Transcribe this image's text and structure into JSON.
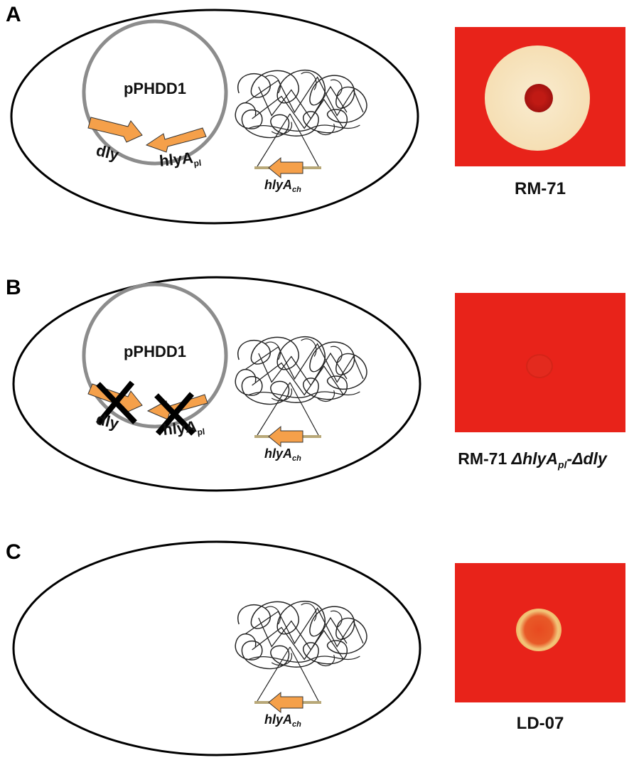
{
  "panels": [
    {
      "letter": "A",
      "plasmid_name": "pPHDD1",
      "gene_dly": "dly",
      "gene_hlyA_pl": "hlyA",
      "gene_hlyA_pl_sub": "pl",
      "gene_hlyA_ch": "hlyA",
      "gene_hlyA_ch_sub": "ch",
      "plate_caption": "RM-71"
    },
    {
      "letter": "B",
      "plasmid_name": "pPHDD1",
      "gene_dly": "dly",
      "gene_hlyA_pl": "hlyA",
      "gene_hlyA_pl_sub": "pl",
      "gene_hlyA_ch": "hlyA",
      "gene_hlyA_ch_sub": "ch",
      "plate_caption_prefix": "RM-71 ",
      "plate_caption_italic_1": "ΔhlyA",
      "plate_caption_sub": "pl",
      "plate_caption_italic_2": "-Δdly"
    },
    {
      "letter": "C",
      "gene_hlyA_ch": "hlyA",
      "gene_hlyA_ch_sub": "ch",
      "plate_caption": "LD-07"
    }
  ],
  "colors": {
    "gene_arrow": "#f5a04a",
    "plasmid_ring": "#8c8c8c",
    "plate_background": "#e8231a",
    "halo_large": "#f7e7c4",
    "colony": "#b01010",
    "halo_small": "#f2c67a"
  },
  "icons": [
    "plasmid-ring",
    "chromosome-tangle",
    "gene-arrow",
    "deletion-cross"
  ]
}
